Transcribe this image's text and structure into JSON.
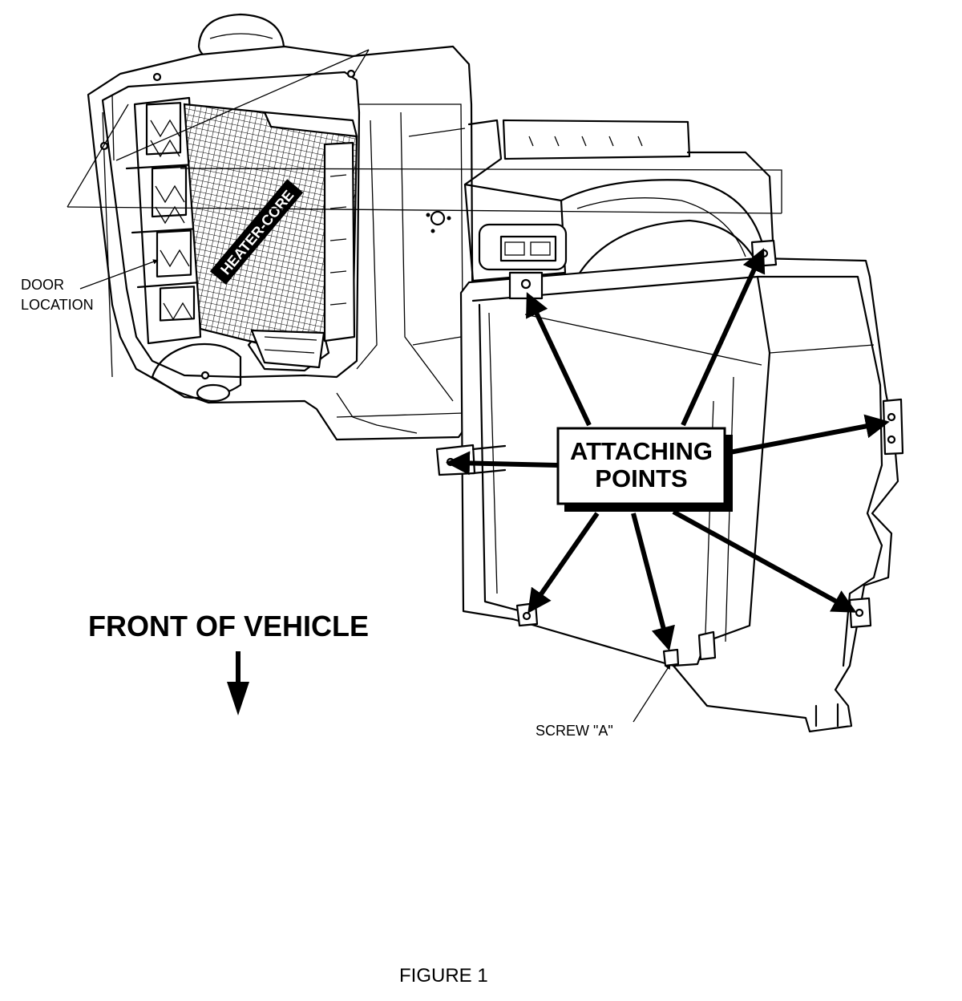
{
  "labels": {
    "door_location_line1": "DOOR",
    "door_location_line2": "LOCATION",
    "heater_core": "HEATER-CORE",
    "attaching_line1": "ATTACHING",
    "attaching_line2": "POINTS",
    "screw_a": "SCREW \"A\"",
    "front_of_vehicle": "FRONT OF VEHICLE",
    "figure_caption": "FIGURE 1"
  }
}
